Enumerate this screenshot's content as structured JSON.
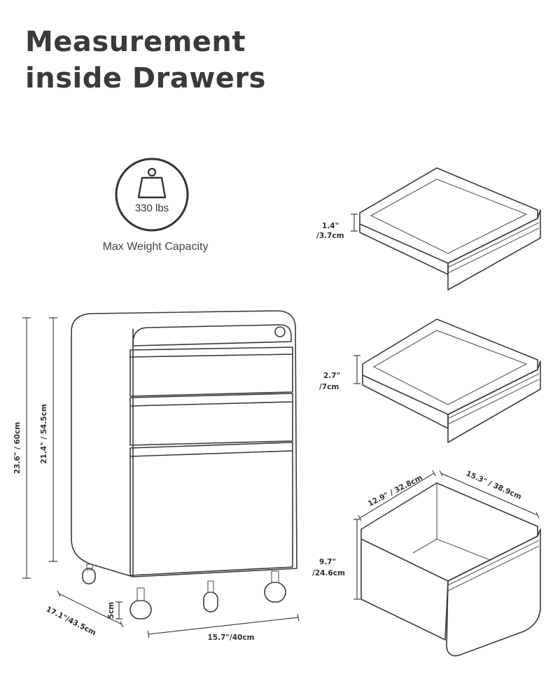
{
  "title": {
    "line1": "Measurement",
    "line2": "inside Drawers"
  },
  "capacity": {
    "weight": "330 lbs",
    "caption": "Max Weight Capacity",
    "icon": "weight-icon"
  },
  "cabinet": {
    "height_total": "23.6\" / 60cm",
    "height_body": "21.4\" / 54.5cm",
    "depth": "17.1\"/43.5cm",
    "width": "15.7\"/40cm",
    "wheel_height": "5cm"
  },
  "drawers": {
    "top": {
      "height": "1.4\"",
      "height_metric": "/3.7cm"
    },
    "middle": {
      "height": "2.7\"",
      "height_metric": "/7cm"
    },
    "bottom": {
      "height": "9.7\"",
      "height_metric": "/24.6cm",
      "width": "12.9\" / 32.8cm",
      "depth": "15.3\" / 38.9cm"
    }
  }
}
